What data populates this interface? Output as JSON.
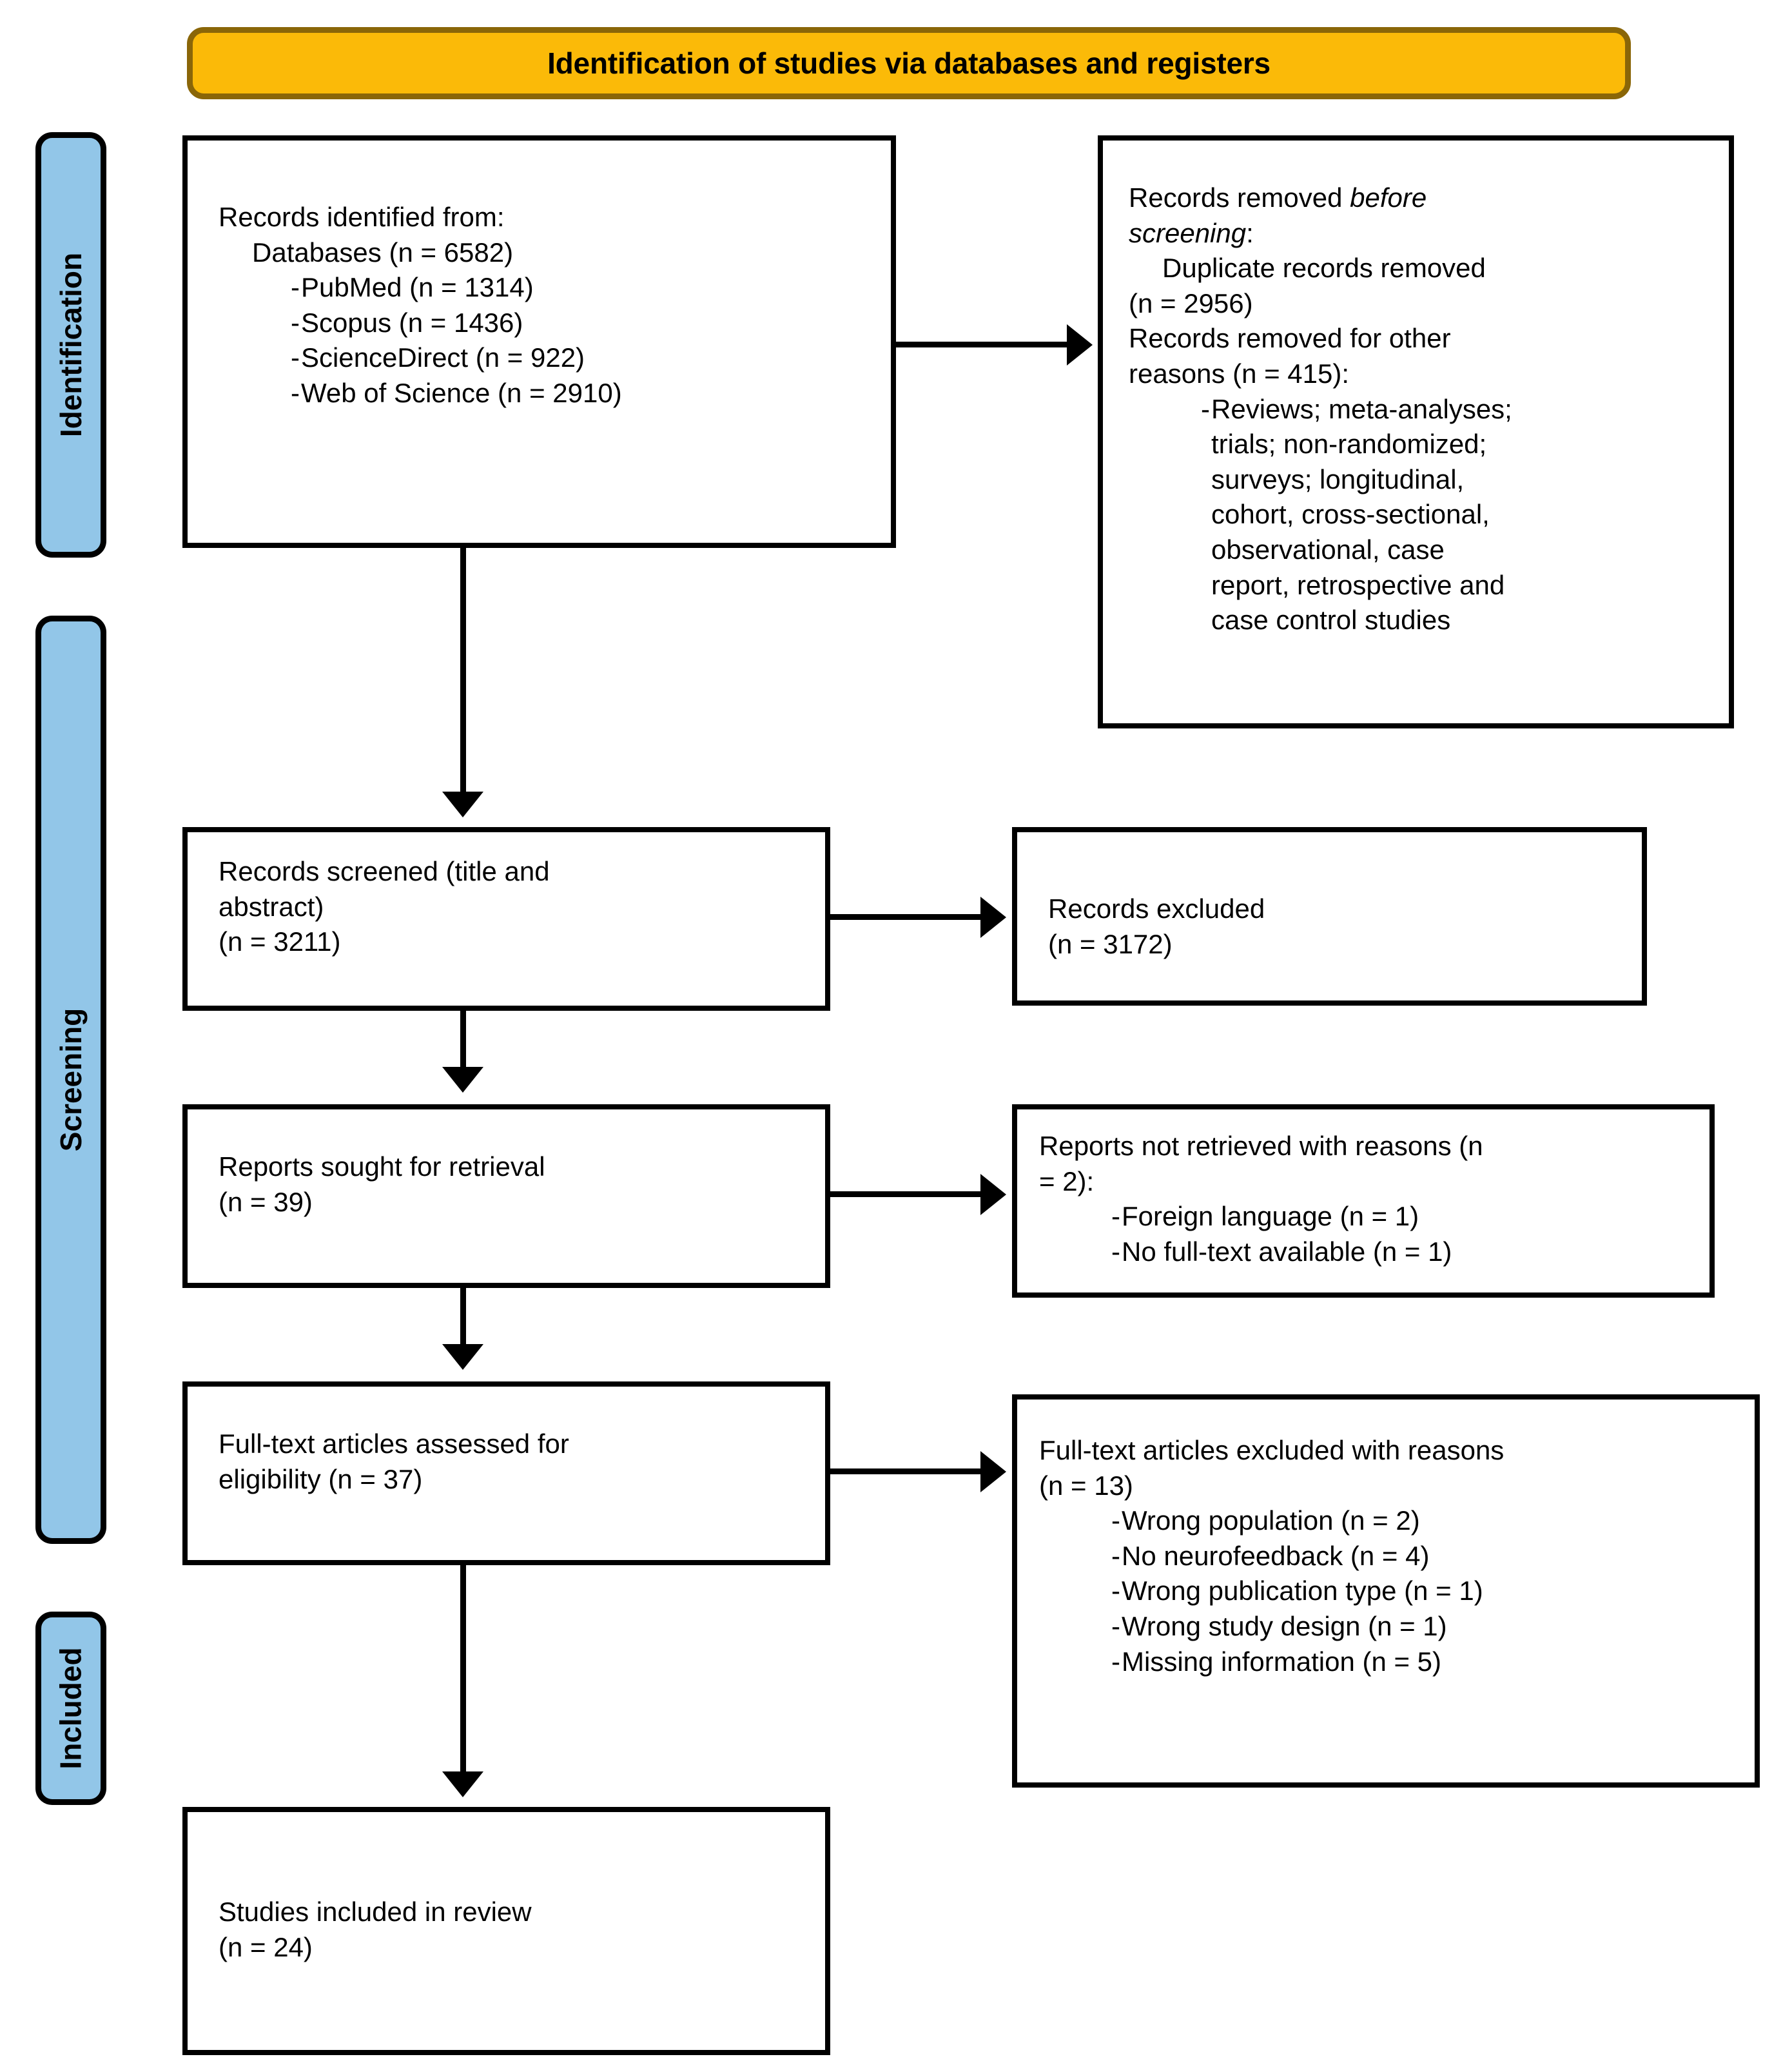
{
  "phase": {
    "title": "Identification of studies via databases and registers"
  },
  "rails": [
    {
      "name": "identification",
      "label": "Identification"
    },
    {
      "name": "screening",
      "label": "Screening"
    },
    {
      "name": "included",
      "label": "Included"
    }
  ],
  "colors": {
    "phase_fill": "#FBBA08",
    "phase_border": "#8A6608",
    "rail_fill": "#92C6E8",
    "rail_border": "#000000",
    "box_border": "#000000",
    "box_fill": "#FFFFFF",
    "text": "#000000"
  },
  "boxes": {
    "identified": {
      "heading": "Records identified from:",
      "subheading": "Databases (n = 6582)",
      "sources": [
        "PubMed (n = 1314)",
        "Scopus (n = 1436)",
        "ScienceDirect (n = 922)",
        "Web of Science (n = 2910)"
      ]
    },
    "removed_before": {
      "heading_pre": "Records removed ",
      "heading_em": "before",
      "heading_line2_em": "screening",
      "heading_line2_post": ":",
      "duplicate_line1": "Duplicate records removed",
      "duplicate_line2": "(n = 2956)",
      "other_line1": "Records removed for other",
      "other_line2": "reasons (n = 415):",
      "other_reason_lines": [
        "Reviews; meta-analyses;",
        "trials; non-randomized;",
        "surveys; longitudinal,",
        "cohort, cross-sectional,",
        "observational, case",
        "report, retrospective and",
        "case control studies"
      ]
    },
    "screened": {
      "line1": "Records screened (title and",
      "line2": "abstract)",
      "line3": "(n = 3211)"
    },
    "excluded": {
      "line1": "Records excluded",
      "line2": "(n = 3172)"
    },
    "sought": {
      "line1": "Reports sought for retrieval",
      "line2": "(n = 39)"
    },
    "not_retrieved": {
      "line1": "Reports not retrieved with reasons (n",
      "line2": "= 2):",
      "reasons": [
        "Foreign language (n = 1)",
        "No full-text available (n = 1)"
      ]
    },
    "fulltext": {
      "line1": "Full-text articles assessed for",
      "line2": "eligibility (n = 37)"
    },
    "fulltext_excluded": {
      "line1": "Full-text articles excluded with reasons",
      "line2": "(n = 13)",
      "reasons": [
        "Wrong population (n = 2)",
        "No neurofeedback (n = 4)",
        "Wrong publication type (n = 1)",
        "Wrong study design (n = 1)",
        "Missing information (n = 5)"
      ]
    },
    "included": {
      "line1": "Studies included in review",
      "line2": "(n = 24)"
    }
  },
  "bullet": {
    "dash": "-"
  }
}
